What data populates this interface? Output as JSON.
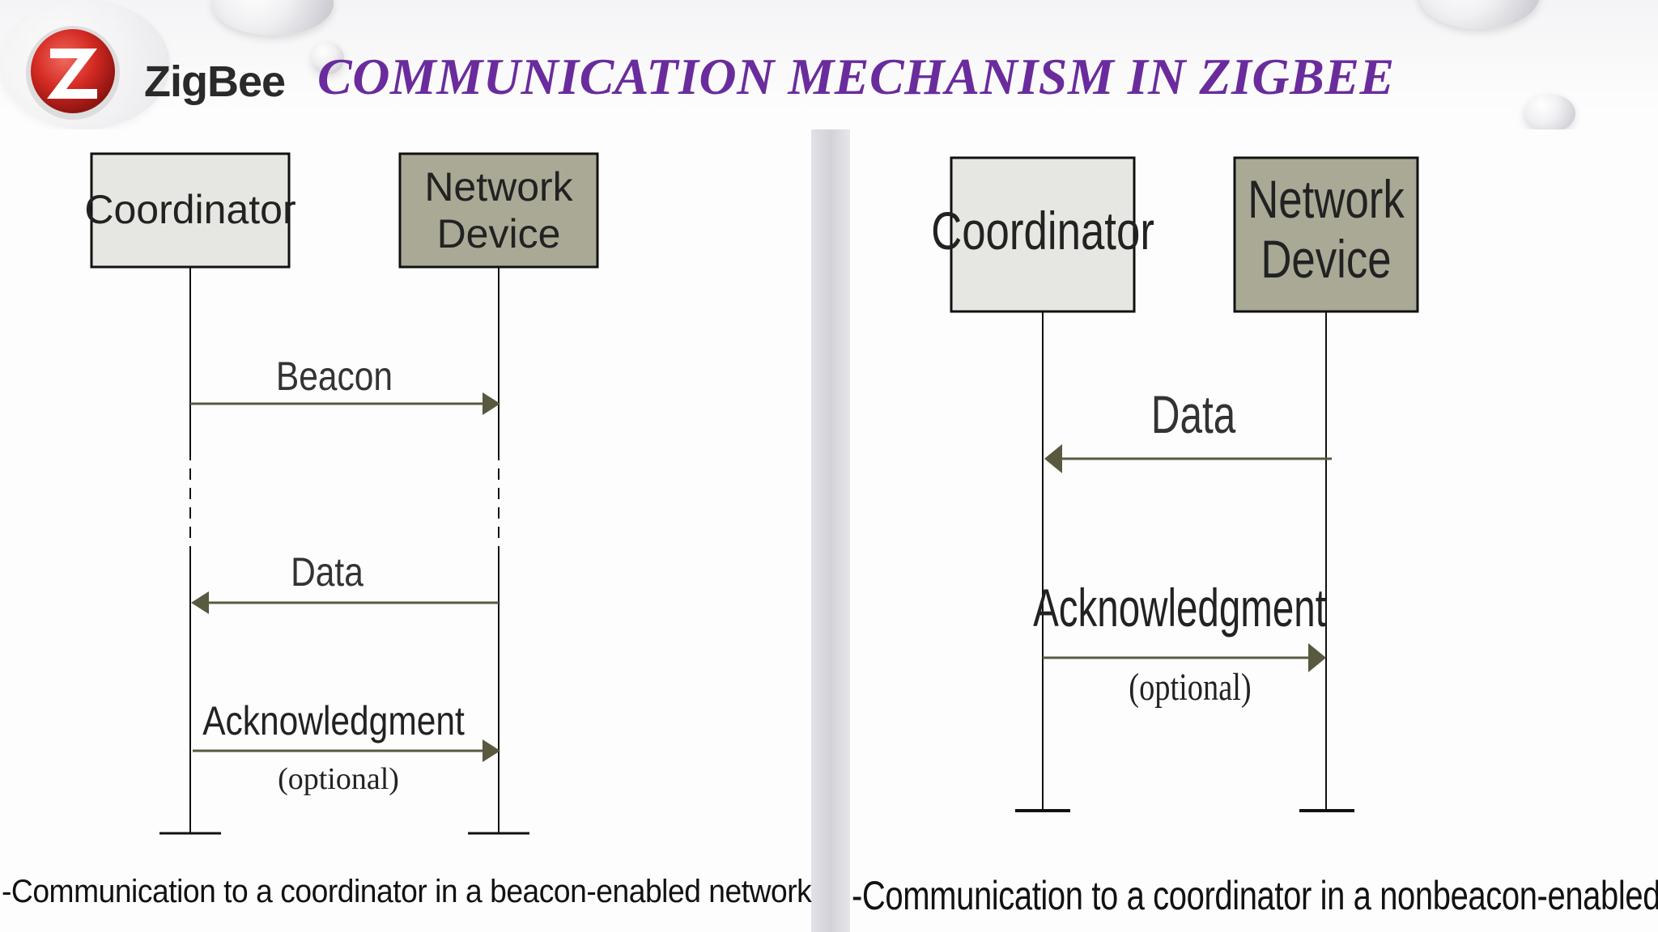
{
  "title": "COMMUNICATION MECHANISM IN ZIGBEE",
  "logo": {
    "brand": "ZigBee",
    "mark": "Z",
    "icon": "zigbee-logo-icon"
  },
  "colors": {
    "title": "#6a2c9c",
    "coordinator_box": "#e6e6e2",
    "network_device_box": "#a9a996",
    "arrow": "#595940",
    "logo_red": "#d42a23"
  },
  "diagrams": [
    {
      "coordinator_label": "Coordinator",
      "device_label_line1": "Network",
      "device_label_line2": "Device",
      "messages": [
        {
          "label": "Beacon",
          "direction": "coordinator-to-device"
        },
        {
          "label": "Data",
          "direction": "device-to-coordinator"
        },
        {
          "label": "Acknowledgment",
          "note": "(optional)",
          "direction": "coordinator-to-device"
        }
      ],
      "caption": "-Communication to a coordinator in a beacon-enabled network"
    },
    {
      "coordinator_label": "Coordinator",
      "device_label_line1": "Network",
      "device_label_line2": "Device",
      "messages": [
        {
          "label": "Data",
          "direction": "device-to-coordinator"
        },
        {
          "label": "Acknowledgment",
          "note": "(optional)",
          "direction": "coordinator-to-device"
        }
      ],
      "caption": "-Communication to a coordinator in a nonbeacon-enabled network"
    }
  ]
}
